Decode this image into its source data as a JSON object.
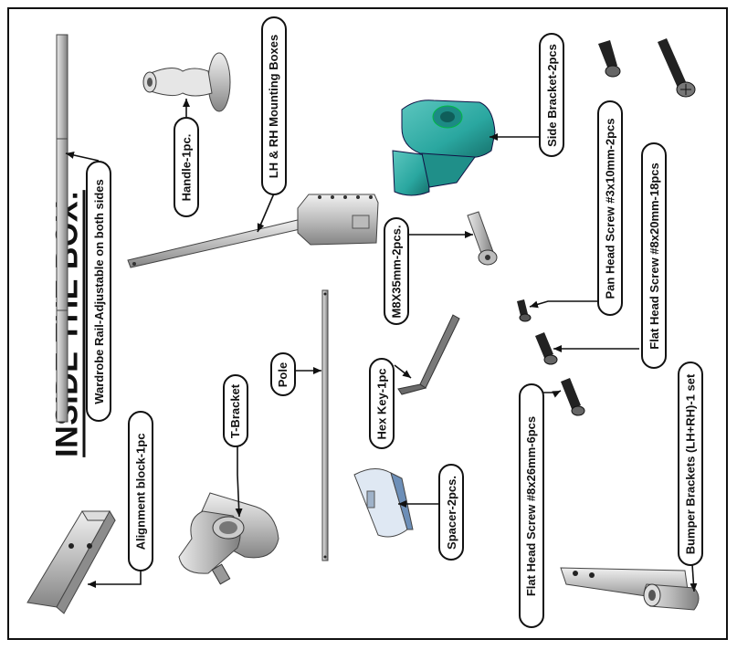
{
  "heading": "INSIDE THE BOX:",
  "labels": {
    "wardrobe_rail": "Wardrobe Rail-Adjustable on both sides",
    "handle": "Handle-1pc.",
    "mounting_boxes": "LH & RH Mounting Boxes",
    "side_bracket": "Side Bracket-2pcs",
    "pan_head_screw": "Pan Head Screw #3x10mm-2pcs",
    "flat_head_screw_20": "Flat Head Screw #8x20mm-18pcs",
    "m8_bolt": "M8X35mm-2pcs.",
    "hex_key": "Hex Key-1pc",
    "pole": "Pole",
    "t_bracket": "T-Bracket",
    "alignment_block": "Alignment block-1pc",
    "spacer": "Spacer-2pcs.",
    "flat_head_screw_26": "Flat Head Screw #8x26mm-6pcs",
    "bumper_brackets": "Bumper Brackets (LH+RH)-1 set"
  },
  "colors": {
    "outline": "#111111",
    "metal": "#c9c9c9",
    "metal_dark": "#8a8a8a",
    "teal": "#2aa7a0",
    "teal_dark": "#1c7d78"
  }
}
